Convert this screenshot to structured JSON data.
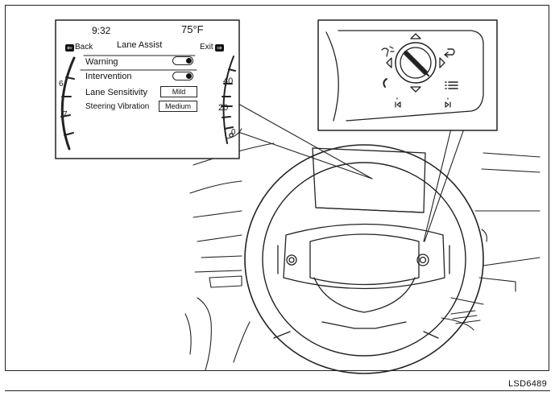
{
  "display": {
    "time": "9:32",
    "temperature": "75°F",
    "screen_title": "Lane Assist",
    "back_label": "Back",
    "exit_label": "Exit",
    "menu": [
      {
        "label": "Warning",
        "type": "toggle",
        "state": "on"
      },
      {
        "label": "Intervention",
        "type": "toggle",
        "state": "on"
      },
      {
        "label": "Lane Sensitivity",
        "type": "value",
        "value": "Mild"
      },
      {
        "label": "Steering Vibration",
        "type": "value",
        "value": "Medium"
      }
    ],
    "gauge_left_ticks": [
      "6",
      "7"
    ],
    "gauge_right_ticks": [
      "40",
      "20",
      "0"
    ]
  },
  "figure_code": "LSD6489",
  "icons": [
    "back-icon",
    "exit-icon",
    "toggle-switch-icon",
    "enter-dial-icon",
    "voice-recognition-icon",
    "return-icon",
    "phone-icon",
    "menu-list-icon",
    "previous-track-icon",
    "next-track-icon"
  ]
}
